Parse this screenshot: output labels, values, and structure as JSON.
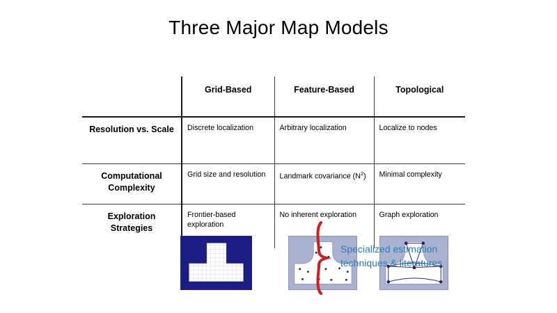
{
  "slide": {
    "title": "Three Major Map Models",
    "accent_blue": "#2b7bba",
    "brace_red": "#cc1f1f",
    "grid_navy": "#1b1b84",
    "map_fill_blue": "#aab2d0"
  },
  "table": {
    "corner_label": "",
    "columns": [
      {
        "key": "grid",
        "label": "Grid-Based"
      },
      {
        "key": "feature",
        "label": "Feature-Based"
      },
      {
        "key": "topological",
        "label": "Topological"
      }
    ],
    "rows": [
      {
        "label": "Resolution vs. Scale",
        "grid": "Discrete localization",
        "feature": "Arbitrary localization",
        "topological": "Localize to nodes"
      },
      {
        "label": "Computational Complexity",
        "grid": "Grid size and resolution",
        "feature_prefix": "Landmark covariance (N",
        "feature_sup": "2",
        "feature_suffix": ")",
        "topological": "Minimal complexity"
      },
      {
        "label": "Exploration Strategies",
        "grid": "Frontier-based exploration",
        "feature": "No inherent exploration",
        "topological": "Graph exploration"
      }
    ]
  },
  "figures": {
    "grid_map": "grid-occupancy-map-image",
    "feature_map": "feature-landmark-map-image",
    "topological_map": "topological-graph-map-image"
  },
  "annotation": {
    "text": "Specialized estimation\ntechniques & literatures"
  }
}
